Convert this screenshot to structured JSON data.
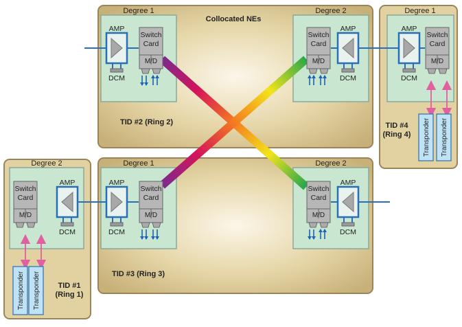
{
  "diagram_title": "Collocated NEs",
  "tids": {
    "tid2": {
      "line1": "TID #2 (Ring 2)"
    },
    "tid3": {
      "line1": "TID #3 (Ring 3)"
    },
    "tid4": {
      "line1": "TID #4",
      "line2": "(Ring 4)"
    },
    "tid1": {
      "line1": "TID #1",
      "line2": "(Ring 1)"
    }
  },
  "degrees": {
    "d1": "Degree 1",
    "d2": "Degree 2"
  },
  "components": {
    "amp": "AMP",
    "switch_card_line1": "Switch",
    "switch_card_line2": "Card",
    "md": "M/D",
    "dcm": "DCM",
    "transponder": "Transponder"
  },
  "colors": {
    "ne_fill": "#dcc894",
    "ne_border": "#9a845a",
    "degree_fill": "#c8e6d0",
    "degree_border": "#8aa89a",
    "switch_fill": "#b7b7b7",
    "amp_border": "#2a6fb5",
    "fiber": "#2a6fb5",
    "transponder_fill": "#bfe3f5",
    "pink_arrow": "#e060a0",
    "blue_arrow": "#1e62b0"
  }
}
